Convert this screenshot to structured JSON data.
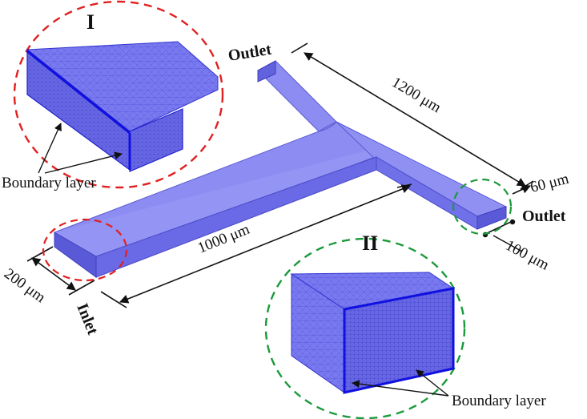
{
  "labels": {
    "inset_1": "I",
    "inset_2": "II",
    "outlet_top": "Outlet",
    "outlet_right": "Outlet",
    "inlet": "Inlet",
    "boundary_layer_1": "Boundary layer",
    "boundary_layer_2": "Boundary layer",
    "dim_1200": "1200 μm",
    "dim_1000": "1000 μm",
    "dim_200": "200 μm",
    "dim_60": "60 μm",
    "dim_100": "100 μm"
  },
  "colors": {
    "channel_top": "#8c8cf2",
    "channel_side": "#6a6ae6",
    "channel_end": "#5a5ad8",
    "mesh_dense": "#2828e0",
    "circle_red": "#e02020",
    "circle_green": "#1a9a3a"
  }
}
